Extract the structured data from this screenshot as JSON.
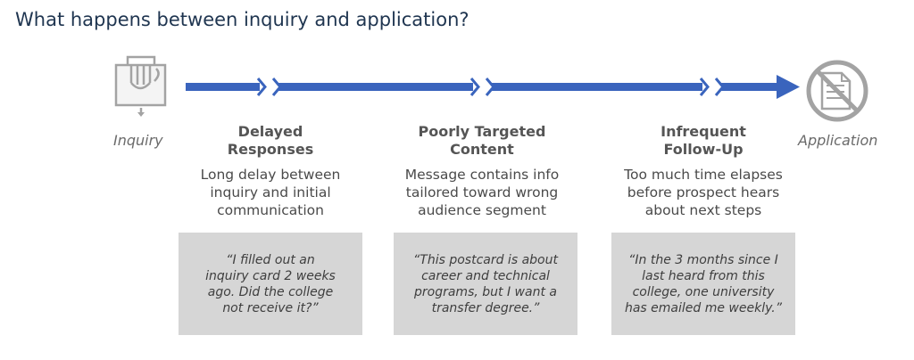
{
  "title": "What happens between inquiry and application?",
  "start_label": "Inquiry",
  "end_label": "Application",
  "stages": [
    {
      "title_lines": [
        "Delayed",
        "Responses"
      ],
      "description_lines": [
        "Long delay between",
        "inquiry and initial",
        "communication"
      ],
      "quote_lines": [
        "“I filled out an",
        "inquiry card 2 weeks",
        "ago. Did the college",
        "not receive it?”"
      ]
    },
    {
      "title_lines": [
        "Poorly Targeted",
        "Content"
      ],
      "description_lines": [
        "Message contains info",
        "tailored toward wrong",
        "audience segment"
      ],
      "quote_lines": [
        "“This postcard is about",
        "career and technical",
        "programs, but I want a",
        "transfer degree.”"
      ]
    },
    {
      "title_lines": [
        "Infrequent",
        "Follow-Up"
      ],
      "description_lines": [
        "Too much time elapses",
        "before prospect hears",
        "about next steps"
      ],
      "quote_lines": [
        "“In the 3 months since I",
        "last heard from this",
        "college, one university",
        "has emailed me weekly.”"
      ]
    }
  ],
  "colors": {
    "arrow": "#3a64bd",
    "icon": "#a3a3a3",
    "quote_box": "#d6d6d6",
    "title": "#1f3550"
  },
  "icons": {
    "start": "hand-card-icon",
    "end": "no-document-icon"
  }
}
